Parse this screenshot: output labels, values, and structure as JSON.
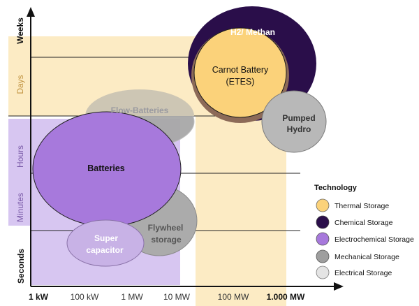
{
  "chart_data": {
    "type": "bubble-diagram",
    "y_axis": {
      "ticks": [
        "Seconds",
        "Minutes",
        "Hours",
        "Days",
        "Weeks"
      ]
    },
    "x_axis": {
      "ticks": [
        "1 kW",
        "100 kW",
        "1 MW",
        "10 MW",
        "100 MW",
        "1.000 MW"
      ]
    },
    "technologies": [
      {
        "id": "h2",
        "label": "H2/ Methan",
        "category": "Chemical Storage"
      },
      {
        "id": "carnot",
        "label_lines": [
          "Carnot Battery",
          "(ETES)"
        ],
        "category": "Thermal Storage"
      },
      {
        "id": "flow",
        "label": "Flow-Batteries",
        "category": "Electrochemical Storage"
      },
      {
        "id": "pumped",
        "label_lines": [
          "Pumped",
          "Hydro"
        ],
        "category": "Mechanical Storage"
      },
      {
        "id": "batteries",
        "label": "Batteries",
        "category": "Electrochemical Storage"
      },
      {
        "id": "flywheel",
        "label_lines": [
          "Flywheel",
          "storage"
        ],
        "category": "Mechanical Storage"
      },
      {
        "id": "supercap",
        "label_lines": [
          "Super",
          "capacitor"
        ],
        "category": "Electrical Storage"
      }
    ],
    "legend": {
      "title": "Technology",
      "entries": [
        {
          "label": "Thermal Storage",
          "color": "#fbd27a"
        },
        {
          "label": "Chemical Storage",
          "color": "#2a0e4a"
        },
        {
          "label": "Electrochemical Storage",
          "color": "#a779dc"
        },
        {
          "label": "Mechanical Storage",
          "color": "#9e9e9e"
        },
        {
          "label": "Electrical Storage",
          "color": "#e4e4e4"
        }
      ]
    }
  },
  "colors": {
    "band_yellow": "#fcebc4",
    "band_purple": "#d7c6f1",
    "axis": "#111111"
  }
}
